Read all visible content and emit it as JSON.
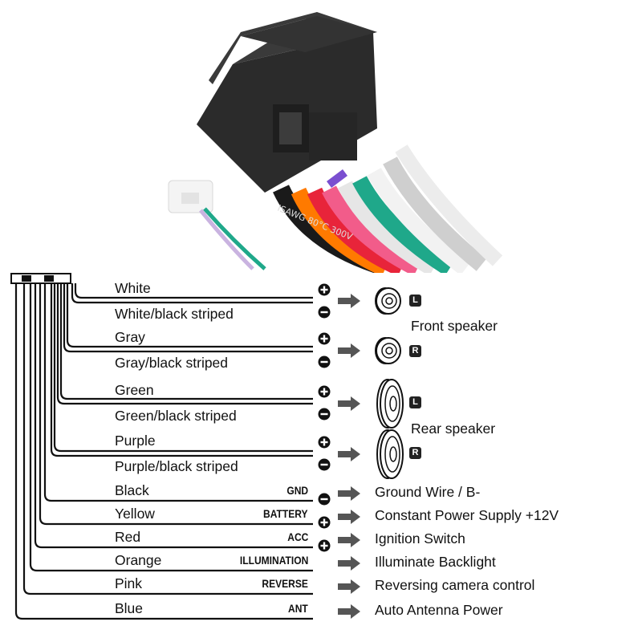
{
  "colors": {
    "line": "#111111",
    "arrow": "#555555",
    "connector": "#2b2b2b",
    "wire_white": "#f0f0f0",
    "wire_gray": "#9a9a9a",
    "wire_green": "#1fa88a",
    "wire_purple": "#c9b3e0",
    "wire_black": "#1a1a1a",
    "wire_yellow": "#f2c200",
    "wire_red": "#e8243a",
    "wire_orange": "#ff7a00",
    "wire_pink": "#f25c8a",
    "wire_blue": "#3a6fd8"
  },
  "photo": {
    "printed_text": "ISAWG  80°C  300V"
  },
  "speaker_wires": [
    {
      "label": "White",
      "polarity": "+"
    },
    {
      "label": "White/black striped",
      "polarity": "-"
    },
    {
      "label": "Gray",
      "polarity": "+"
    },
    {
      "label": "Gray/black striped",
      "polarity": "-"
    },
    {
      "label": "Green",
      "polarity": "+"
    },
    {
      "label": "Green/black striped",
      "polarity": "-"
    },
    {
      "label": "Purple",
      "polarity": "+"
    },
    {
      "label": "Purple/black striped",
      "polarity": "-"
    }
  ],
  "speakers": [
    {
      "side": "L",
      "icon": "tweeter-speaker-icon"
    },
    {
      "side": "R",
      "icon": "tweeter-speaker-icon"
    },
    {
      "side": "L",
      "icon": "oval-speaker-icon"
    },
    {
      "side": "R",
      "icon": "oval-speaker-icon"
    }
  ],
  "groups": {
    "front": "Front speaker",
    "rear": "Rear speaker"
  },
  "power_wires": [
    {
      "label": "Black",
      "function": "GND",
      "polarity": "-",
      "destination": "Ground Wire / B-"
    },
    {
      "label": "Yellow",
      "function": "BATTERY",
      "polarity": "+",
      "destination": "Constant Power Supply +12V"
    },
    {
      "label": "Red",
      "function": "ACC",
      "polarity": "+",
      "destination": "Ignition Switch"
    },
    {
      "label": "Orange",
      "function": "ILLUMINATION",
      "polarity": "",
      "destination": "Illuminate Backlight"
    },
    {
      "label": "Pink",
      "function": "REVERSE",
      "polarity": "",
      "destination": "Reversing camera control"
    },
    {
      "label": "Blue",
      "function": "ANT",
      "polarity": "",
      "destination": "Auto  Antenna Power"
    }
  ]
}
